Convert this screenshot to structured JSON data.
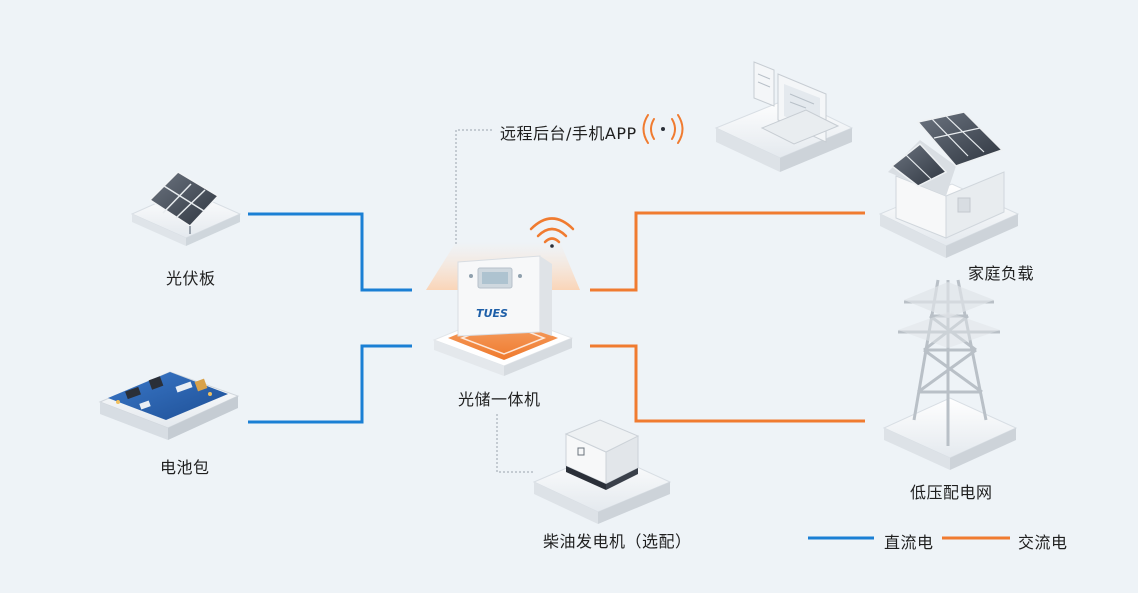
{
  "nodes": {
    "pv_panel": "光伏板",
    "battery_pack": "电池包",
    "inverter": "光储一体机",
    "inverter_brand": "TUES",
    "remote_app": "远程后台/手机APP",
    "diesel_generator": "柴油发电机（选配）",
    "home_load": "家庭负载",
    "grid": "低压配电网"
  },
  "legend": {
    "dc": "直流电",
    "ac": "交流电"
  },
  "colors": {
    "dc": "#1a7fd4",
    "ac": "#f07b30",
    "background": "#eef3f7"
  }
}
